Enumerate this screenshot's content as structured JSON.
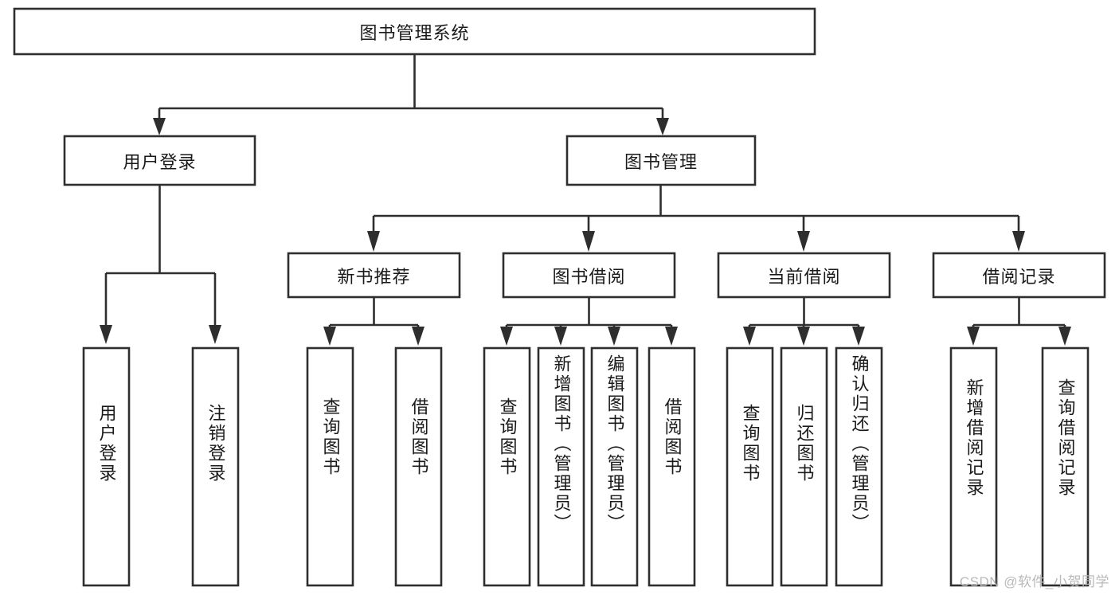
{
  "diagram": {
    "type": "hierarchy-tree",
    "title": "图书管理系统",
    "orientation": "top-down",
    "watermark": "CSDN @软件_小贺同学",
    "colors": {
      "background": "#ffffff",
      "box_fill": "#ffffff",
      "box_stroke": "#2e2e2e",
      "text": "#1a1a1a",
      "watermark_text": "#b9b9b9"
    },
    "root": {
      "id": "root",
      "label": "图书管理系统",
      "text_orientation": "horizontal"
    },
    "level2": [
      {
        "id": "user-login",
        "label": "用户登录",
        "text_orientation": "horizontal"
      },
      {
        "id": "book-management",
        "label": "图书管理",
        "text_orientation": "horizontal"
      }
    ],
    "level3": [
      {
        "id": "new-book-recommend",
        "label": "新书推荐",
        "parent": "book-management",
        "text_orientation": "horizontal"
      },
      {
        "id": "book-borrow",
        "label": "图书借阅",
        "parent": "book-management",
        "text_orientation": "horizontal"
      },
      {
        "id": "current-borrow",
        "label": "当前借阅",
        "parent": "book-management",
        "text_orientation": "horizontal"
      },
      {
        "id": "borrow-record",
        "label": "借阅记录",
        "parent": "book-management",
        "text_orientation": "horizontal"
      }
    ],
    "leaves": [
      {
        "id": "leaf-user-login",
        "label": "用户登录",
        "parent": "user-login",
        "text_orientation": "vertical"
      },
      {
        "id": "leaf-logout-login",
        "label": "注销登录",
        "parent": "user-login",
        "text_orientation": "vertical"
      },
      {
        "id": "leaf-query-book-1",
        "label": "查询图书",
        "parent": "new-book-recommend",
        "text_orientation": "vertical"
      },
      {
        "id": "leaf-borrow-book-1",
        "label": "借阅图书",
        "parent": "new-book-recommend",
        "text_orientation": "vertical"
      },
      {
        "id": "leaf-query-book-2",
        "label": "查询图书",
        "parent": "book-borrow",
        "text_orientation": "vertical"
      },
      {
        "id": "leaf-add-book-admin",
        "label": "新增图书（管理员）",
        "parent": "book-borrow",
        "text_orientation": "vertical"
      },
      {
        "id": "leaf-edit-book-admin",
        "label": "编辑图书（管理员）",
        "parent": "book-borrow",
        "text_orientation": "vertical"
      },
      {
        "id": "leaf-borrow-book-2",
        "label": "借阅图书",
        "parent": "book-borrow",
        "text_orientation": "vertical"
      },
      {
        "id": "leaf-query-book-3",
        "label": "查询图书",
        "parent": "current-borrow",
        "text_orientation": "vertical"
      },
      {
        "id": "leaf-return-book",
        "label": "归还图书",
        "parent": "current-borrow",
        "text_orientation": "vertical"
      },
      {
        "id": "leaf-confirm-return-admin",
        "label": "确认归还（管理员）",
        "parent": "current-borrow",
        "text_orientation": "vertical"
      },
      {
        "id": "leaf-add-borrow-record",
        "label": "新增借阅记录",
        "parent": "borrow-record",
        "text_orientation": "vertical"
      },
      {
        "id": "leaf-query-borrow-record",
        "label": "查询借阅记录",
        "parent": "borrow-record",
        "text_orientation": "vertical"
      }
    ]
  }
}
